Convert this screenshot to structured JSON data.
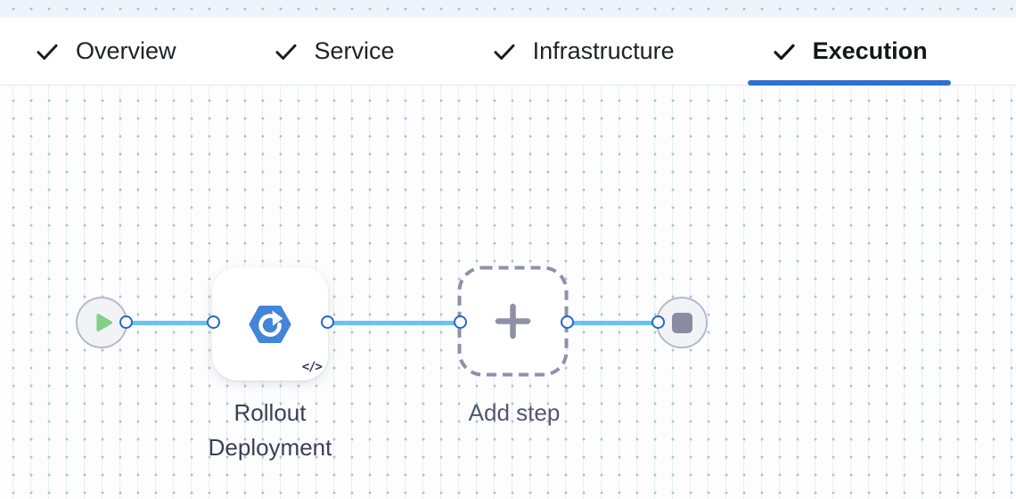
{
  "tabs": {
    "items": [
      {
        "label": "Overview",
        "state": "completed",
        "active": false
      },
      {
        "label": "Service",
        "state": "completed",
        "active": false
      },
      {
        "label": "Infrastructure",
        "state": "completed",
        "active": false
      },
      {
        "label": "Execution",
        "state": "completed",
        "active": true
      }
    ],
    "active_underline_color": "#2f72cb"
  },
  "pipeline": {
    "start_node": {
      "icon": "play-icon"
    },
    "steps": [
      {
        "label": "Rollout Deployment",
        "icon": "rolling-deployment-icon",
        "code_icon": "</>"
      }
    ],
    "add_step": {
      "label": "Add step",
      "icon": "plus-icon"
    },
    "end_node": {
      "icon": "stop-icon"
    }
  },
  "colors": {
    "connector_blue": "#67c3f3",
    "port_ring_blue": "#2767c5",
    "play_green": "#7fd283",
    "step_icon_blue": "#4285d9",
    "node_border_gray": "#b7b9ca",
    "dashed_border_gray": "#8e92a9",
    "label_text": "#3c3e52",
    "grid_dot": "#b5bcc8"
  }
}
